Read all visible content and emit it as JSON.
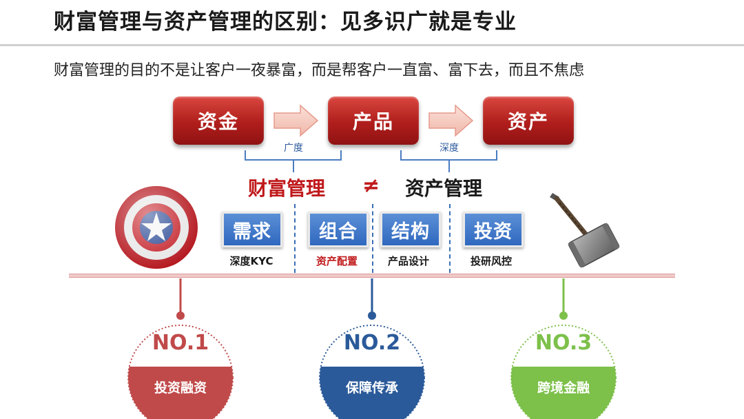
{
  "title": "财富管理与资产管理的区别：见多识广就是专业",
  "subtitle": "财富管理的目的不是让客户一夜暴富，而是帮客户一直富、富下去，而且不焦虑",
  "flow": {
    "boxes": [
      "资金",
      "产品",
      "资产"
    ],
    "bracket_labels": [
      "广度",
      "深度"
    ]
  },
  "comparison": {
    "left": "财富管理",
    "symbol": "≠",
    "right": "资产管理"
  },
  "terms": [
    {
      "label": "需求",
      "sub": "深度KYC"
    },
    {
      "label": "组合",
      "sub": "资产配置"
    },
    {
      "label": "结构",
      "sub": "产品设计"
    },
    {
      "label": "投资",
      "sub": "投研风控"
    }
  ],
  "rankings": [
    {
      "no": "NO.1",
      "label": "投资融资",
      "color": "#c04a4a"
    },
    {
      "no": "NO.2",
      "label": "保障传承",
      "color": "#2b5a9a"
    },
    {
      "no": "NO.3",
      "label": "跨境金融",
      "color": "#7dc04a"
    }
  ],
  "icons": {
    "left": "shield-icon",
    "right": "hammer-icon"
  },
  "colors": {
    "primary_red": "#c0191b",
    "primary_blue": "#2f68bf"
  }
}
